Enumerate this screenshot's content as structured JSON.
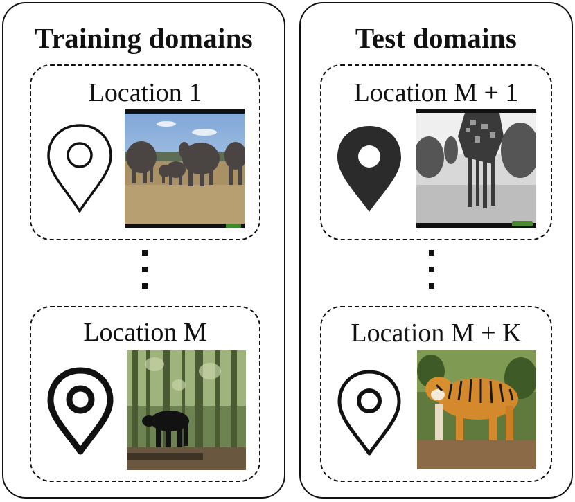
{
  "training": {
    "title": "Training domains",
    "locations": [
      {
        "label": "Location 1",
        "pin_icon": "map-pin-outline-icon",
        "photo": "camera-trap-elephants"
      },
      {
        "label": "Location M",
        "pin_icon": "map-pin-bold-ring-icon",
        "photo": "camera-trap-bear-forest"
      }
    ]
  },
  "test": {
    "title": "Test domains",
    "locations": [
      {
        "label": "Location M + 1",
        "pin_icon": "map-pin-filled-icon",
        "photo": "camera-trap-giraffe-bw"
      },
      {
        "label": "Location M + K",
        "pin_icon": "map-pin-ring-icon",
        "photo": "camera-trap-tiger"
      }
    ]
  },
  "colors": {
    "ink": "#111111",
    "pin_fill": "#2b2b2b"
  }
}
